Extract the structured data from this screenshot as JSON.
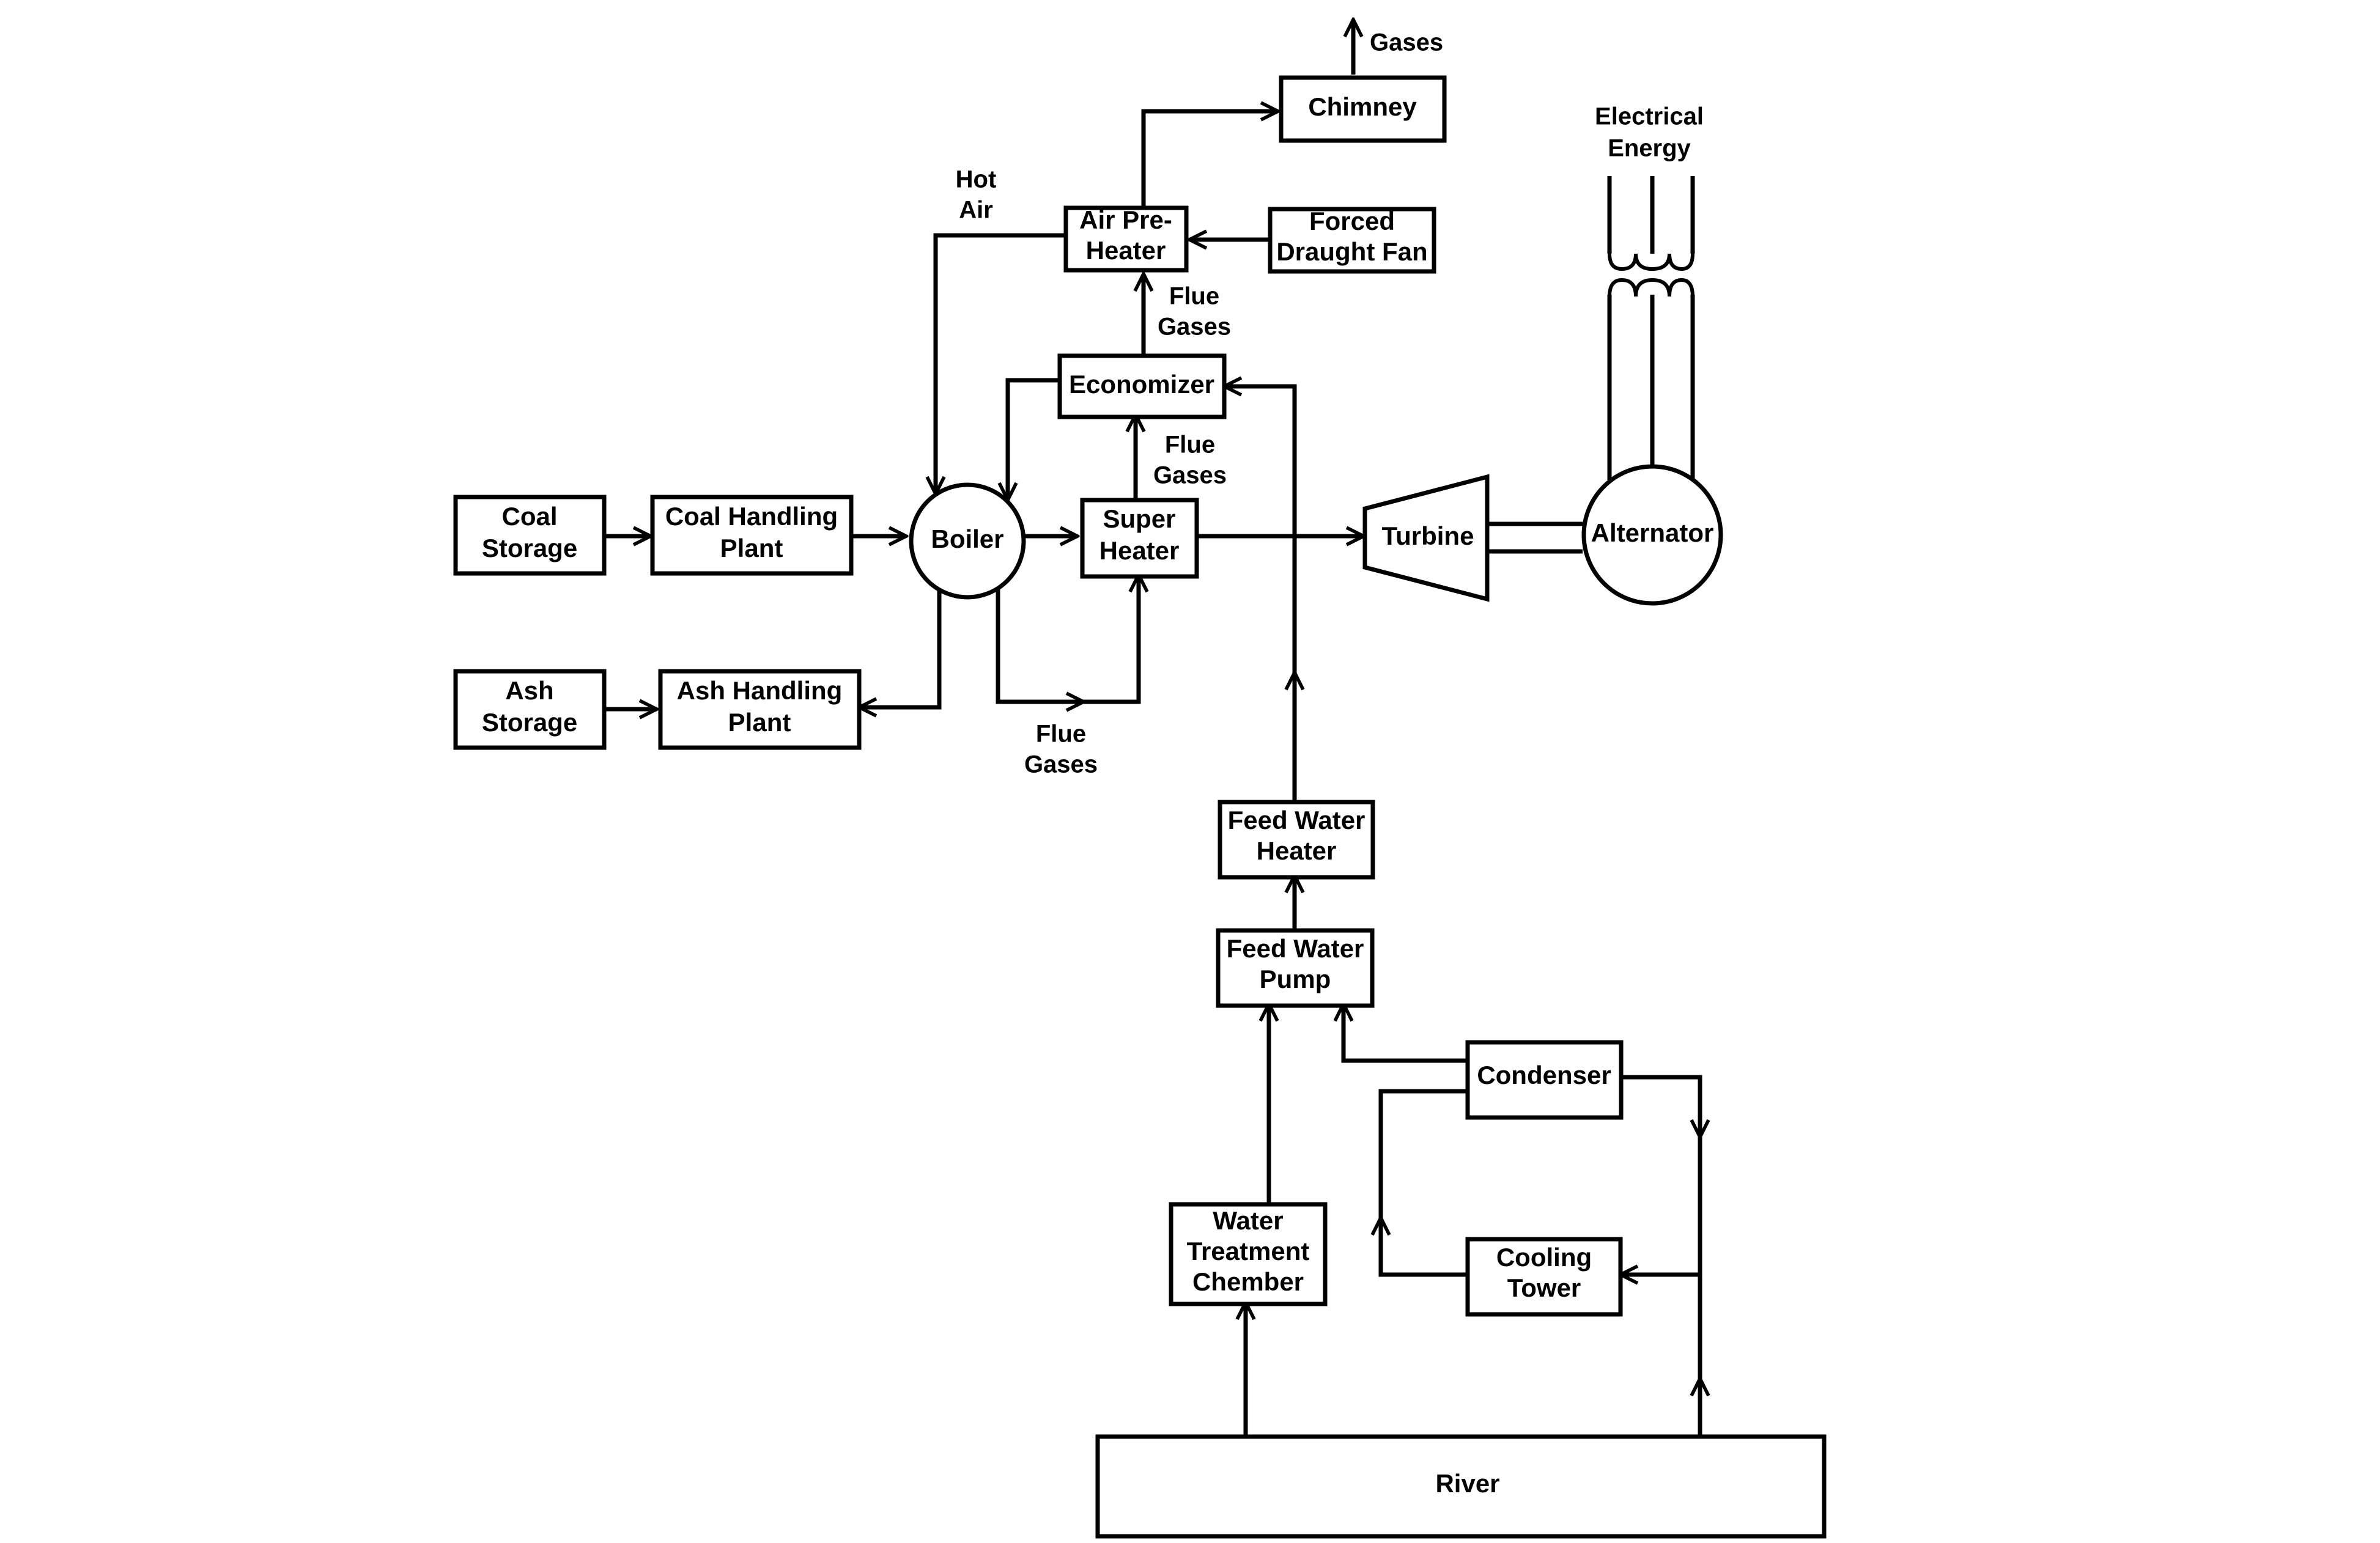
{
  "nodes": {
    "coal_storage": [
      "Coal",
      "Storage"
    ],
    "coal_handling": [
      "Coal Handling",
      "Plant"
    ],
    "ash_storage": [
      "Ash",
      "Storage"
    ],
    "ash_handling": [
      "Ash Handling",
      "Plant"
    ],
    "boiler": "Boiler",
    "super_heater": [
      "Super",
      "Heater"
    ],
    "economizer": "Economizer",
    "air_preheater": [
      "Air Pre-",
      "Heater"
    ],
    "forced_draught_fan": [
      "Forced",
      "Draught Fan"
    ],
    "chimney": "Chimney",
    "turbine": "Turbine",
    "alternator": "Alternator",
    "feed_water_heater": [
      "Feed Water",
      "Heater"
    ],
    "feed_water_pump": [
      "Feed Water",
      "Pump"
    ],
    "condenser": "Condenser",
    "cooling_tower": [
      "Cooling",
      "Tower"
    ],
    "water_treatment": [
      "Water",
      "Treatment",
      "Chember"
    ],
    "river": "River"
  },
  "labels": {
    "gases": "Gases",
    "hot_air": [
      "Hot",
      "Air"
    ],
    "flue_gases_aph": [
      "Flue",
      "Gases"
    ],
    "flue_gases_econ": [
      "Flue",
      "Gases"
    ],
    "flue_gases_bottom": [
      "Flue",
      "Gases"
    ],
    "electrical_energy": [
      "Electrical",
      "Energy"
    ]
  }
}
